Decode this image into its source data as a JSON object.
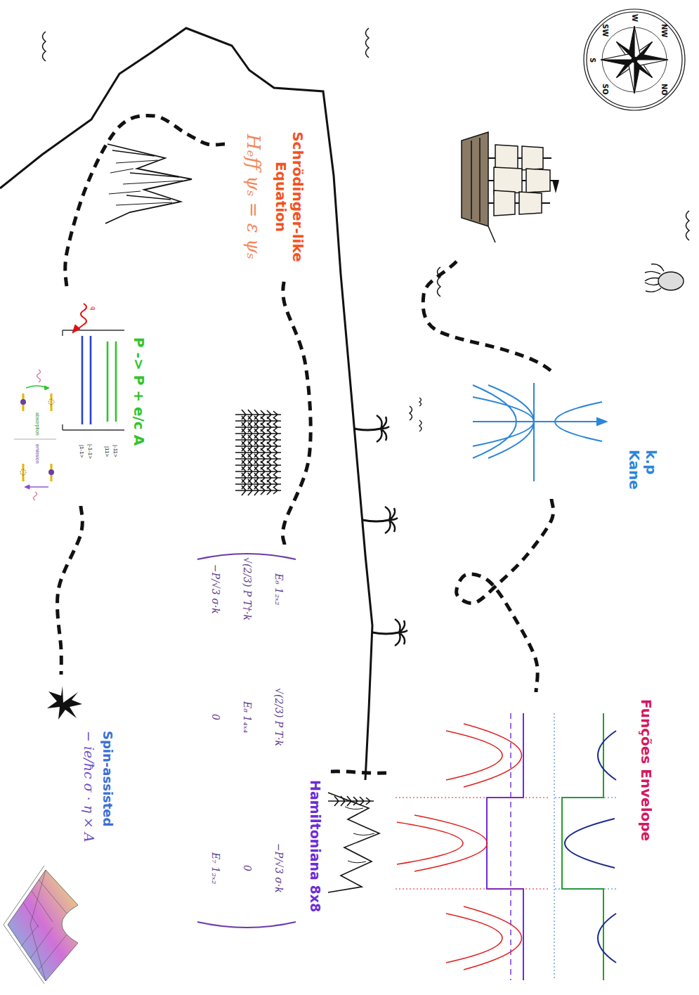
{
  "diagram": {
    "nodes": [
      {
        "text": [
          "k.p Kane"
        ]
      },
      {
        "text": [
          "Funções Envelope"
        ]
      },
      {
        "text": [
          "Hamiltoniana 8x8"
        ]
      },
      {
        "text": [
          "Schrödinger-like Equation",
          "Hₑff ψₛ = ε ψₛ"
        ]
      },
      {
        "text": [
          "P -> P + e/c A"
        ]
      },
      {
        "text": [
          "Spin-assisted",
          "− ie/ħc σ · η × A"
        ]
      }
    ],
    "edges": [
      {
        "from": 0,
        "to": 1,
        "arrow": "none"
      },
      {
        "from": 1,
        "to": 2,
        "arrow": "none"
      },
      {
        "from": 2,
        "to": 3,
        "arrow": "none"
      },
      {
        "from": 3,
        "to": 4,
        "arrow": "none"
      },
      {
        "from": 4,
        "to": 5,
        "arrow": "none"
      }
    ],
    "labels": [
      "E₆ 1₂ₓ₂",
      "√(2/3) P T·k",
      "−P/√3 σ·k",
      "√(2/3) P T†·k",
      "E₈ 1₄ₓ₄",
      "0",
      "−P/√3 σ·k",
      "0",
      "E₇ 1₂ₓ₂",
      "W",
      "NW",
      "SW",
      "S",
      "SO",
      "NO",
      "|-11>",
      "|11>",
      "|-1-1>",
      "|1-1>",
      "q",
      "absorption",
      "emission"
    ]
  }
}
